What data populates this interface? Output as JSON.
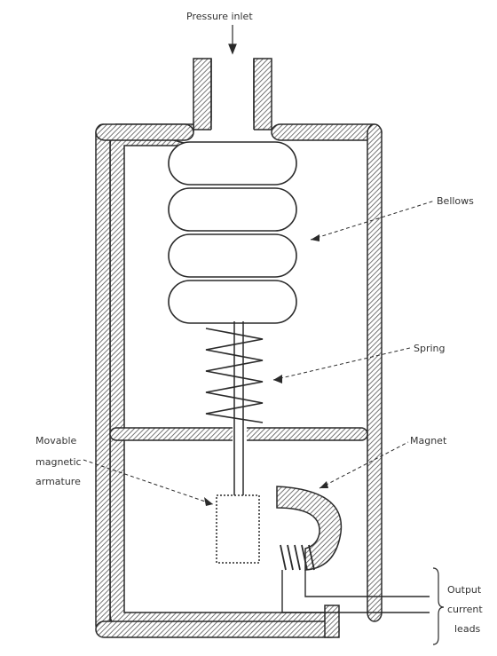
{
  "labels": {
    "pressure_inlet": "Pressure inlet",
    "bellows": "Bellows",
    "spring": "Spring",
    "armature_line1": "Movable",
    "armature_line2": "magnetic",
    "armature_line3": "armature",
    "magnet": "Magnet",
    "output_line1": "Output",
    "output_line2": "current",
    "output_line3": "leads"
  },
  "colors": {
    "line": "#2a2a2a",
    "hatch": "#555555",
    "background": "#ffffff"
  }
}
